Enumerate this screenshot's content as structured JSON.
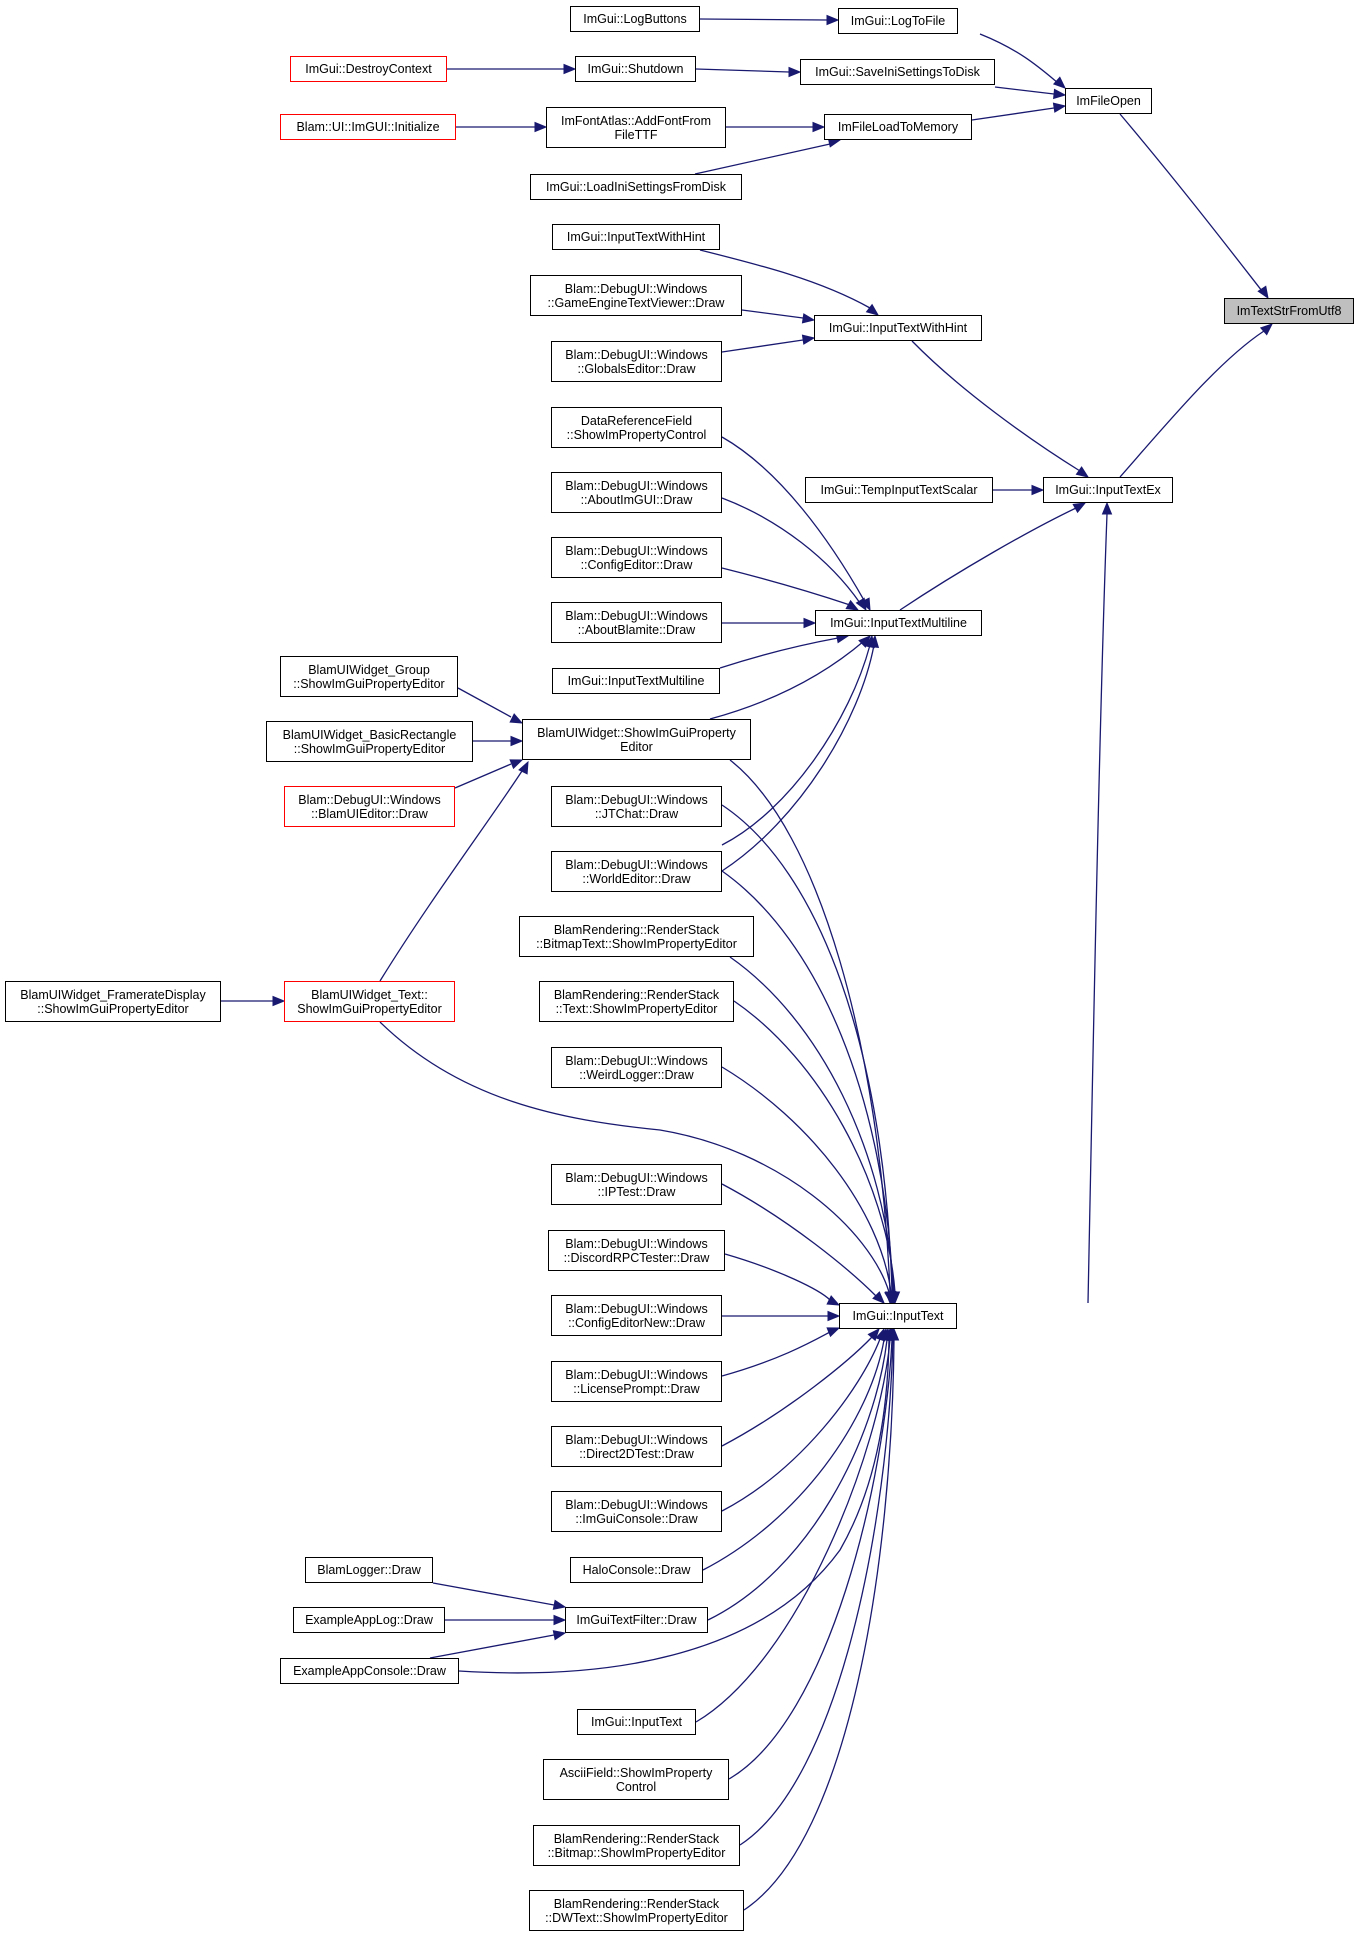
{
  "diagram": {
    "nodes": {
      "root": "ImTextStrFromUtf8",
      "imFileOpen": "ImFileOpen",
      "inputTextEx": "ImGui::InputTextEx",
      "logToFile": "ImGui::LogToFile",
      "logButtons": "ImGui::LogButtons",
      "saveIni": "ImGui::SaveIniSettingsToDisk",
      "shutdown": "ImGui::Shutdown",
      "destroyContext": "ImGui::DestroyContext",
      "fileLoadToMemory": "ImFileLoadToMemory",
      "addFontFromFileTTF": "ImFontAtlas::AddFontFrom\nFileTTF",
      "blamImguiInit": "Blam::UI::ImGUI::Initialize",
      "loadIni": "ImGui::LoadIniSettingsFromDisk",
      "inputTextWithHint": "ImGui::InputTextWithHint",
      "inputTextWithHintCaller": "ImGui::InputTextWithHint",
      "gameEngineTextViewer": "Blam::DebugUI::Windows\n::GameEngineTextViewer::Draw",
      "globalsEditor": "Blam::DebugUI::Windows\n::GlobalsEditor::Draw",
      "tempInputTextScalar": "ImGui::TempInputTextScalar",
      "inputTextMultiline": "ImGui::InputTextMultiline",
      "dataReferenceField": "DataReferenceField\n::ShowImPropertyControl",
      "aboutImGui": "Blam::DebugUI::Windows\n::AboutImGUI::Draw",
      "configEditor": "Blam::DebugUI::Windows\n::ConfigEditor::Draw",
      "aboutBlamite": "Blam::DebugUI::Windows\n::AboutBlamite::Draw",
      "inputTextMultilineCaller": "ImGui::InputTextMultiline",
      "widgetShowEditor": "BlamUIWidget::ShowImGuiProperty\nEditor",
      "widgetGroup": "BlamUIWidget_Group\n::ShowImGuiPropertyEditor",
      "widgetBasicRect": "BlamUIWidget_BasicRectangle\n::ShowImGuiPropertyEditor",
      "blamUIEditor": "Blam::DebugUI::Windows\n::BlamUIEditor::Draw",
      "jtChat": "Blam::DebugUI::Windows\n::JTChat::Draw",
      "worldEditor": "Blam::DebugUI::Windows\n::WorldEditor::Draw",
      "bitmapText": "BlamRendering::RenderStack\n::BitmapText::ShowImPropertyEditor",
      "rsText": "BlamRendering::RenderStack\n::Text::ShowImPropertyEditor",
      "widgetText": "BlamUIWidget_Text::\nShowImGuiPropertyEditor",
      "framerateDisplay": "BlamUIWidget_FramerateDisplay\n::ShowImGuiPropertyEditor",
      "weirdLogger": "Blam::DebugUI::Windows\n::WeirdLogger::Draw",
      "ipTest": "Blam::DebugUI::Windows\n::IPTest::Draw",
      "discordRPC": "Blam::DebugUI::Windows\n::DiscordRPCTester::Draw",
      "configEditorNew": "Blam::DebugUI::Windows\n::ConfigEditorNew::Draw",
      "licensePrompt": "Blam::DebugUI::Windows\n::LicensePrompt::Draw",
      "direct2DTest": "Blam::DebugUI::Windows\n::Direct2DTest::Draw",
      "imGuiConsole": "Blam::DebugUI::Windows\n::ImGuiConsole::Draw",
      "inputText": "ImGui::InputText",
      "haloConsole": "HaloConsole::Draw",
      "blamLogger": "BlamLogger::Draw",
      "exampleAppLog": "ExampleAppLog::Draw",
      "textFilterDraw": "ImGuiTextFilter::Draw",
      "exampleAppConsole": "ExampleAppConsole::Draw",
      "inputTextCaller": "ImGui::InputText",
      "asciiField": "AsciiField::ShowImProperty\nControl",
      "rsBitmap": "BlamRendering::RenderStack\n::Bitmap::ShowImPropertyEditor",
      "rsDWText": "BlamRendering::RenderStack\n::DWText::ShowImPropertyEditor"
    },
    "colors": {
      "edge": "#191970",
      "border": "#000000",
      "incompleteBorder": "#ff0000",
      "rootFill": "#bfbfbf"
    }
  }
}
